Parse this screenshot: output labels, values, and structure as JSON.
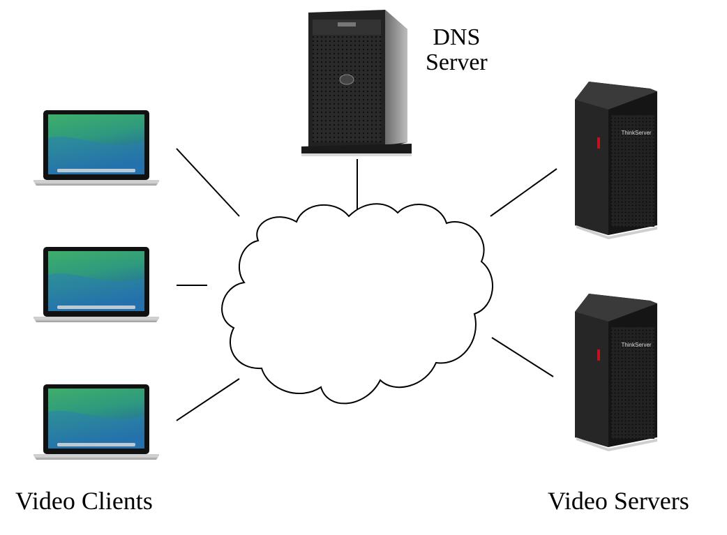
{
  "labels": {
    "dns_line1": "DNS",
    "dns_line2": "Server",
    "clients": "Video Clients",
    "servers": "Video Servers"
  },
  "nodes": {
    "dns_server": {
      "icon": "dell-tower-server-icon"
    },
    "clients": [
      {
        "icon": "laptop-icon"
      },
      {
        "icon": "laptop-icon"
      },
      {
        "icon": "laptop-icon"
      }
    ],
    "video_servers": [
      {
        "icon": "tower-server-icon"
      },
      {
        "icon": "tower-server-icon"
      }
    ],
    "network": {
      "icon": "cloud-icon"
    }
  },
  "colors": {
    "line": "#000000",
    "server_body": "#1c1c1c",
    "screen_top": "#3fae6a",
    "screen_bottom": "#1f5fa8",
    "accent_red": "#c0121f"
  }
}
